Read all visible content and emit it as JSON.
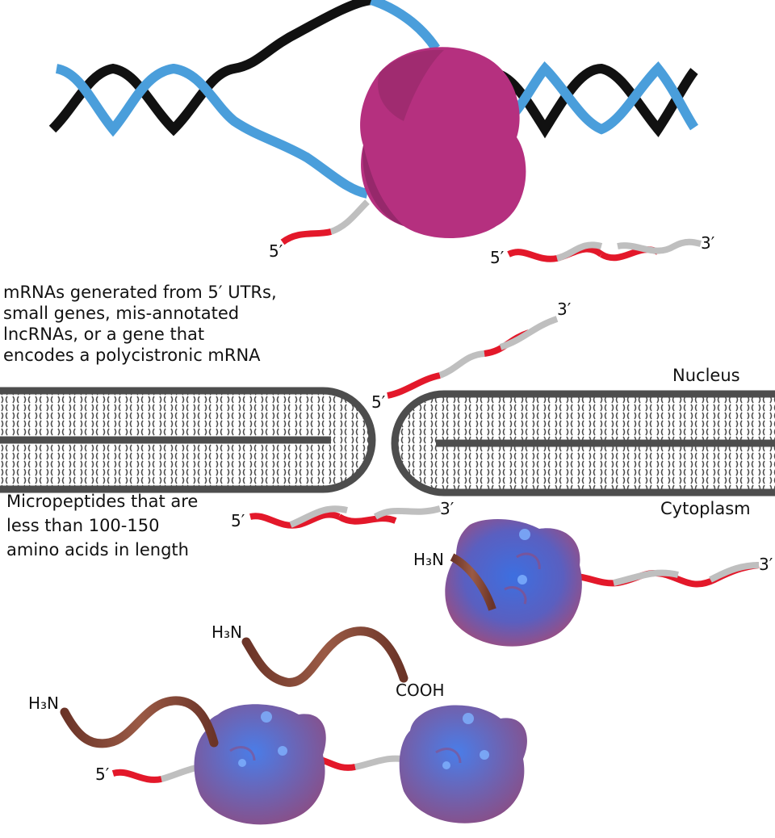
{
  "labels": {
    "mrna_description": [
      "mRNAs generated from 5′ UTRs,",
      "small genes, mis-annotated",
      "lncRNAs, or a gene that",
      "encodes a polycistronic mRNA"
    ],
    "micropeptide_description": [
      "Micropeptides that are",
      "less than 100-150",
      "amino acids in length"
    ],
    "nucleus": "Nucleus",
    "cytoplasm": "Cytoplasm",
    "five_prime": "5′",
    "three_prime": "3′",
    "amino_terminus": "H₃N",
    "carboxyl_terminus": "COOH"
  },
  "colors": {
    "dna_strand_a": "#4a9edb",
    "dna_strand_b": "#111111",
    "polymerase": "#b5307f",
    "mrna_coding": "#e3182a",
    "mrna_noncoding": "#bfbfbf",
    "nuclear_envelope": "#4d4d4d",
    "ribosome_core": "#3f6fd6",
    "ribosome_edge": "#9b4a78",
    "peptide": "#7a4030"
  }
}
